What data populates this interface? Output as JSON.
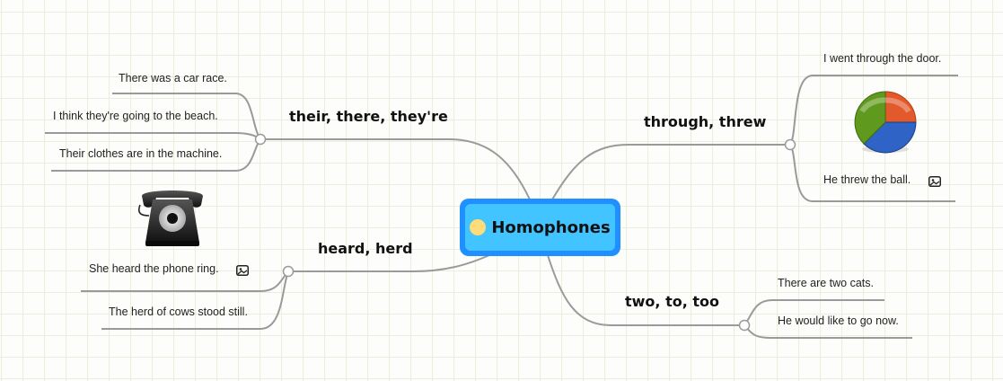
{
  "mindmap": {
    "root": {
      "label": "Homophones",
      "dot_color": "#fedc7a",
      "fill": "#41c4ff",
      "border": "#1e90ff"
    },
    "branches": [
      {
        "label": "their, there, they're",
        "children": [
          "There was a car race.",
          "I think they're going to the beach.",
          "Their clothes are in the machine."
        ]
      },
      {
        "label": "heard, herd",
        "children": [
          "She heard the phone ring.",
          "The herd of cows stood still."
        ],
        "image": "telephone-image"
      },
      {
        "label": "through, threw",
        "children": [
          "I went through the door.",
          "He threw the ball."
        ],
        "image": "pie-chart-image"
      },
      {
        "label": "two, to, too",
        "children": [
          "There are two cats.",
          "He would like to go now."
        ]
      }
    ],
    "line_color": "#999999"
  }
}
